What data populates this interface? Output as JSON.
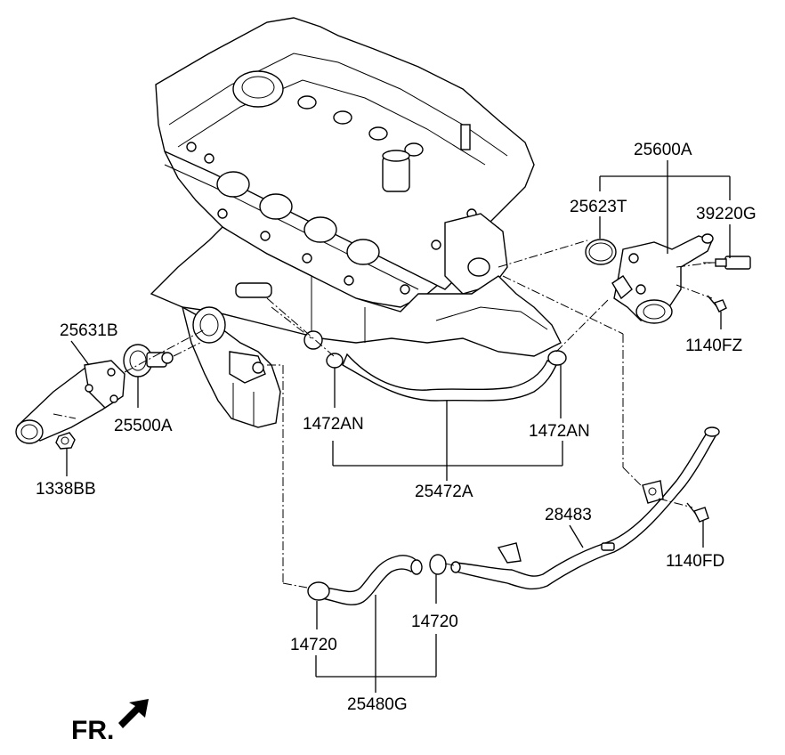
{
  "labels": {
    "p25600A": "25600A",
    "p25623T": "25623T",
    "p39220G": "39220G",
    "p1140FZ": "1140FZ",
    "p25631B": "25631B",
    "p25500A": "25500A",
    "p1338BB": "1338BB",
    "p1472AN_left": "1472AN",
    "p1472AN_right": "1472AN",
    "p25472A": "25472A",
    "p28483": "28483",
    "p1140FD": "1140FD",
    "p14720_left": "14720",
    "p14720_right": "14720",
    "p25480G": "25480G",
    "front": "FR."
  }
}
